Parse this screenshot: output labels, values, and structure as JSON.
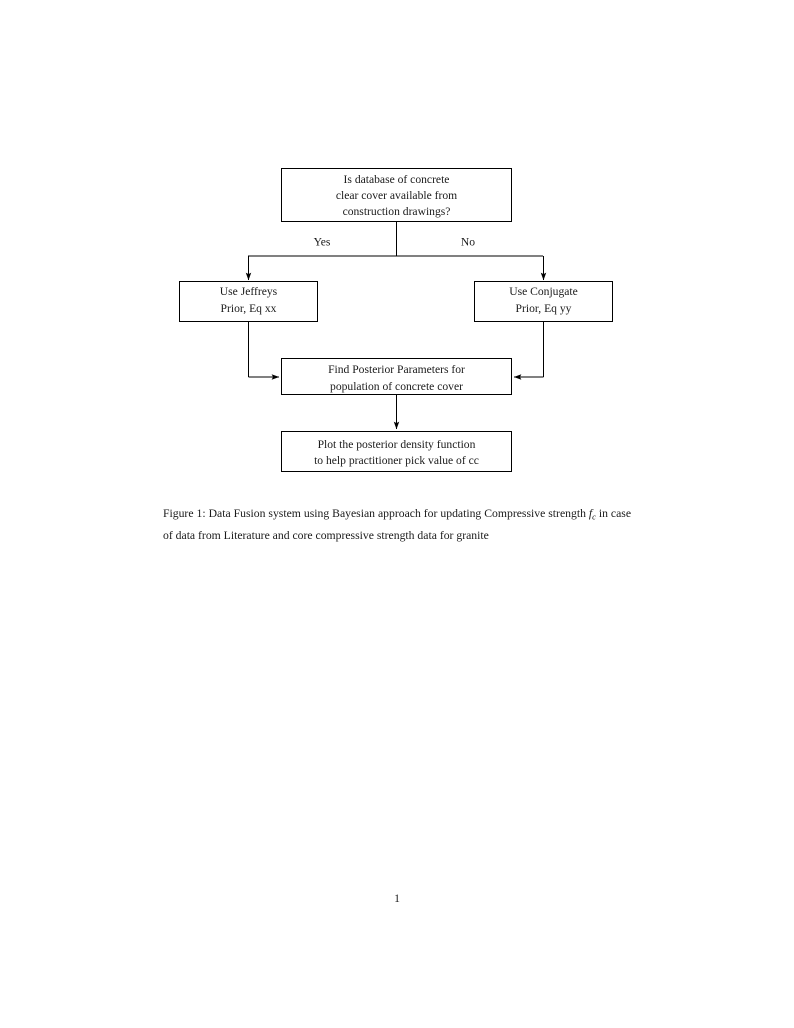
{
  "document": {
    "page_number": "1",
    "background_color": "#ffffff",
    "text_color": "#1a1a1a"
  },
  "figure": {
    "stroke_color": "#000000",
    "box_fill": "#ffffff",
    "nodes": [
      {
        "id": "question",
        "type": "decision",
        "lines": [
          "Is database of concrete",
          "clear cover available from",
          "construction drawings?"
        ]
      },
      {
        "id": "jeffreys",
        "type": "process",
        "lines": [
          "Use Jeffreys",
          "Prior, Eq xx"
        ]
      },
      {
        "id": "conjugate",
        "type": "process",
        "lines": [
          "Use Conjugate",
          "Prior, Eq yy"
        ]
      },
      {
        "id": "posterior",
        "type": "process",
        "lines": [
          "Find Posterior Parameters for",
          "population of concrete cover"
        ]
      },
      {
        "id": "plot",
        "type": "process",
        "lines": [
          "Plot the posterior density function",
          "to help practitioner pick value of cc"
        ]
      }
    ],
    "edge_labels": [
      {
        "id": "yes",
        "text": "Yes"
      },
      {
        "id": "no",
        "text": "No"
      }
    ]
  },
  "caption": {
    "label": "Figure 1:",
    "text_before_math": " Data Fusion system using Bayesian approach for updating Compressive strength ",
    "math_symbol": "f",
    "math_subscript": "c",
    "text_after_math": " in case of data from Literature and core compressive strength data for granite"
  }
}
